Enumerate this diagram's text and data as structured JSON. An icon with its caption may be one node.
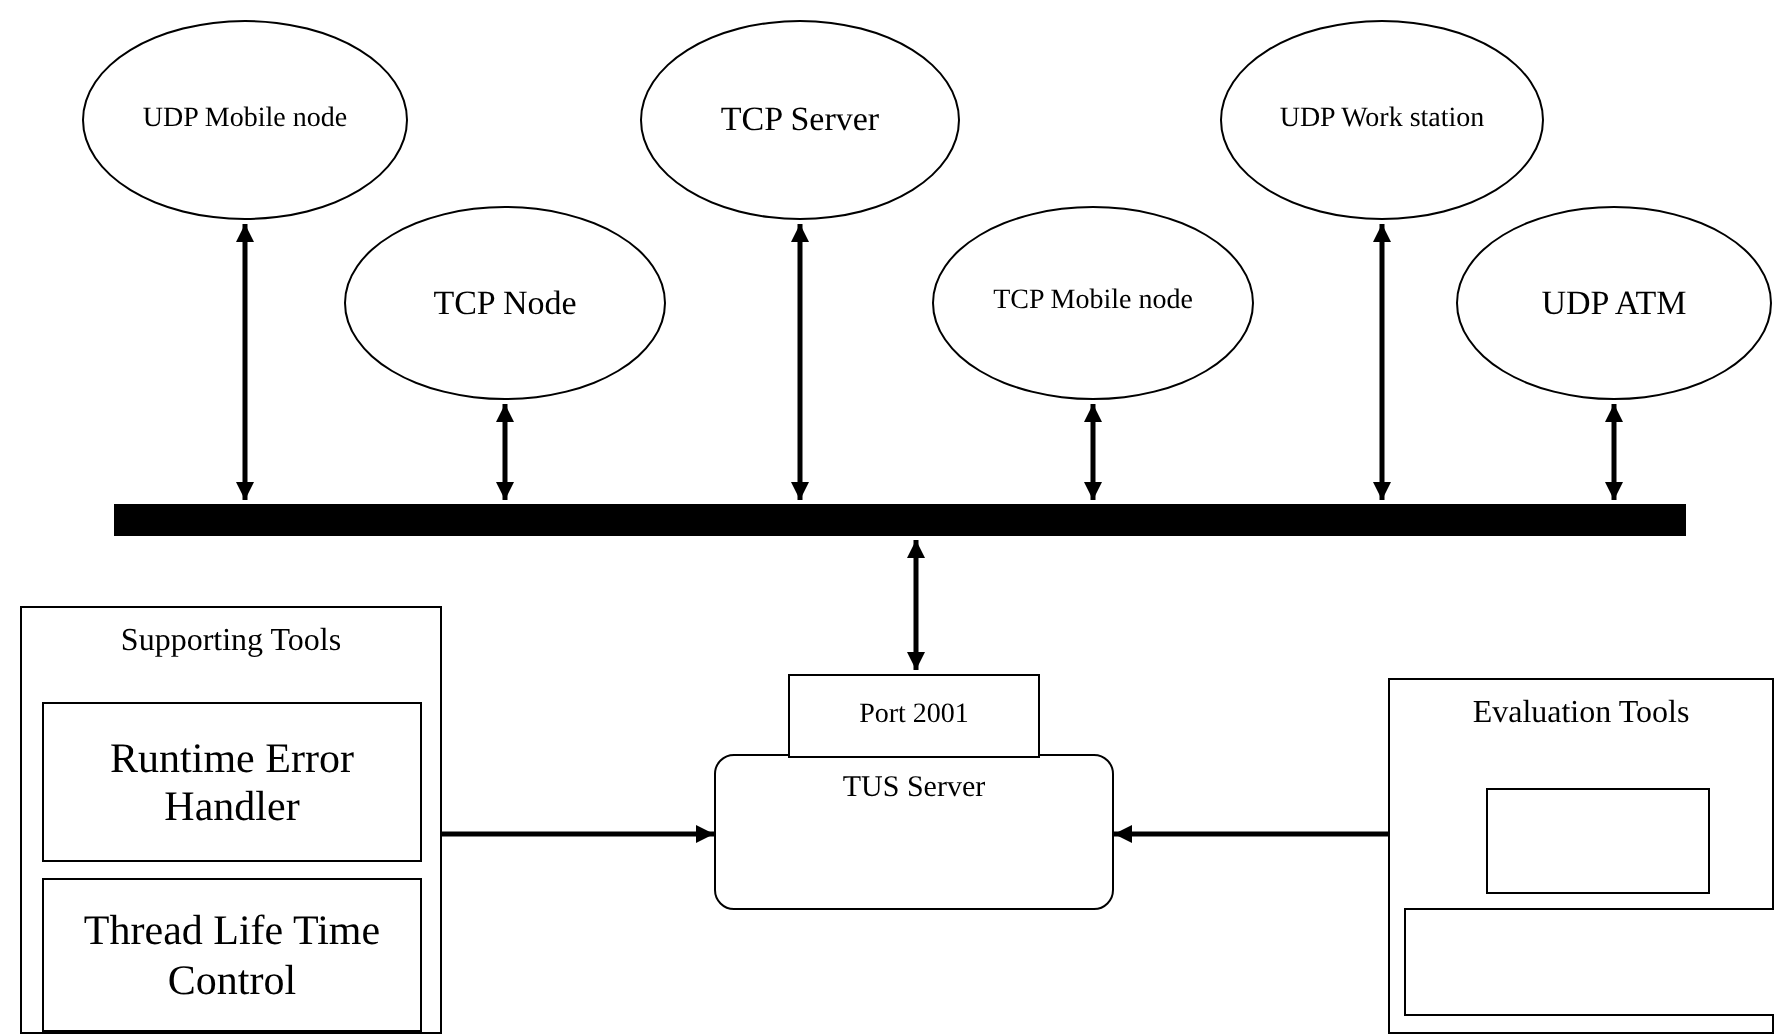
{
  "diagram": {
    "nodes": [
      {
        "text": [
          "UDP Mobile node"
        ]
      },
      {
        "text": [
          "TCP Node"
        ]
      },
      {
        "text": [
          "TCP Server"
        ]
      },
      {
        "text": [
          "TCP Mobile node"
        ]
      },
      {
        "text": [
          "UDP Work station"
        ]
      },
      {
        "text": [
          "UDP ATM"
        ]
      },
      {
        "text": [],
        "shape": "bar"
      },
      {
        "text": [
          "Supporting Tools"
        ]
      },
      {
        "text": [
          "Runtime Error Handler"
        ],
        "in": 7
      },
      {
        "text": [
          "Thread Life Time Control"
        ],
        "in": 7
      },
      {
        "text": [
          "Port 2001"
        ]
      },
      {
        "text": [
          "TUS Server"
        ]
      },
      {
        "text": [
          "Evaluation Tools"
        ]
      },
      {
        "text": [],
        "shape": "box",
        "in": 12
      },
      {
        "text": [],
        "shape": "box",
        "in": 12
      }
    ],
    "edges": [
      {
        "from": 0,
        "to": 6,
        "arrow": "both"
      },
      {
        "from": 1,
        "to": 6,
        "arrow": "both"
      },
      {
        "from": 2,
        "to": 6,
        "arrow": "both"
      },
      {
        "from": 3,
        "to": 6,
        "arrow": "both"
      },
      {
        "from": 4,
        "to": 6,
        "arrow": "both"
      },
      {
        "from": 5,
        "to": 6,
        "arrow": "both"
      },
      {
        "from": 6,
        "to": 10,
        "arrow": "both"
      },
      {
        "from": 7,
        "to": 11,
        "arrow": "to"
      },
      {
        "from": 12,
        "to": 11,
        "arrow": "to"
      }
    ]
  }
}
